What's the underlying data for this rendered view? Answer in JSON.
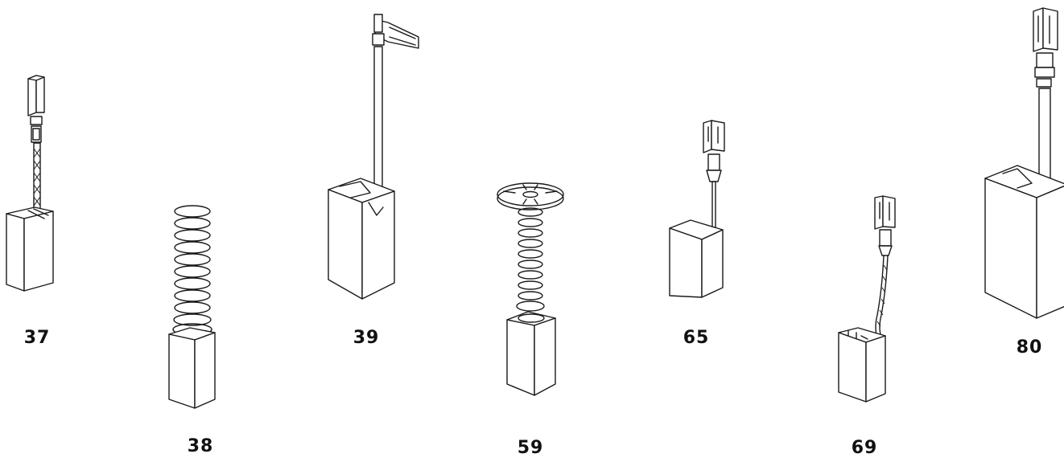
{
  "parts": [
    {
      "id": "brush-37",
      "label": "37"
    },
    {
      "id": "brush-38",
      "label": "38"
    },
    {
      "id": "brush-39",
      "label": "39"
    },
    {
      "id": "brush-59",
      "label": "59"
    },
    {
      "id": "brush-65",
      "label": "65"
    },
    {
      "id": "brush-69",
      "label": "69"
    },
    {
      "id": "brush-80",
      "label": "80"
    }
  ]
}
